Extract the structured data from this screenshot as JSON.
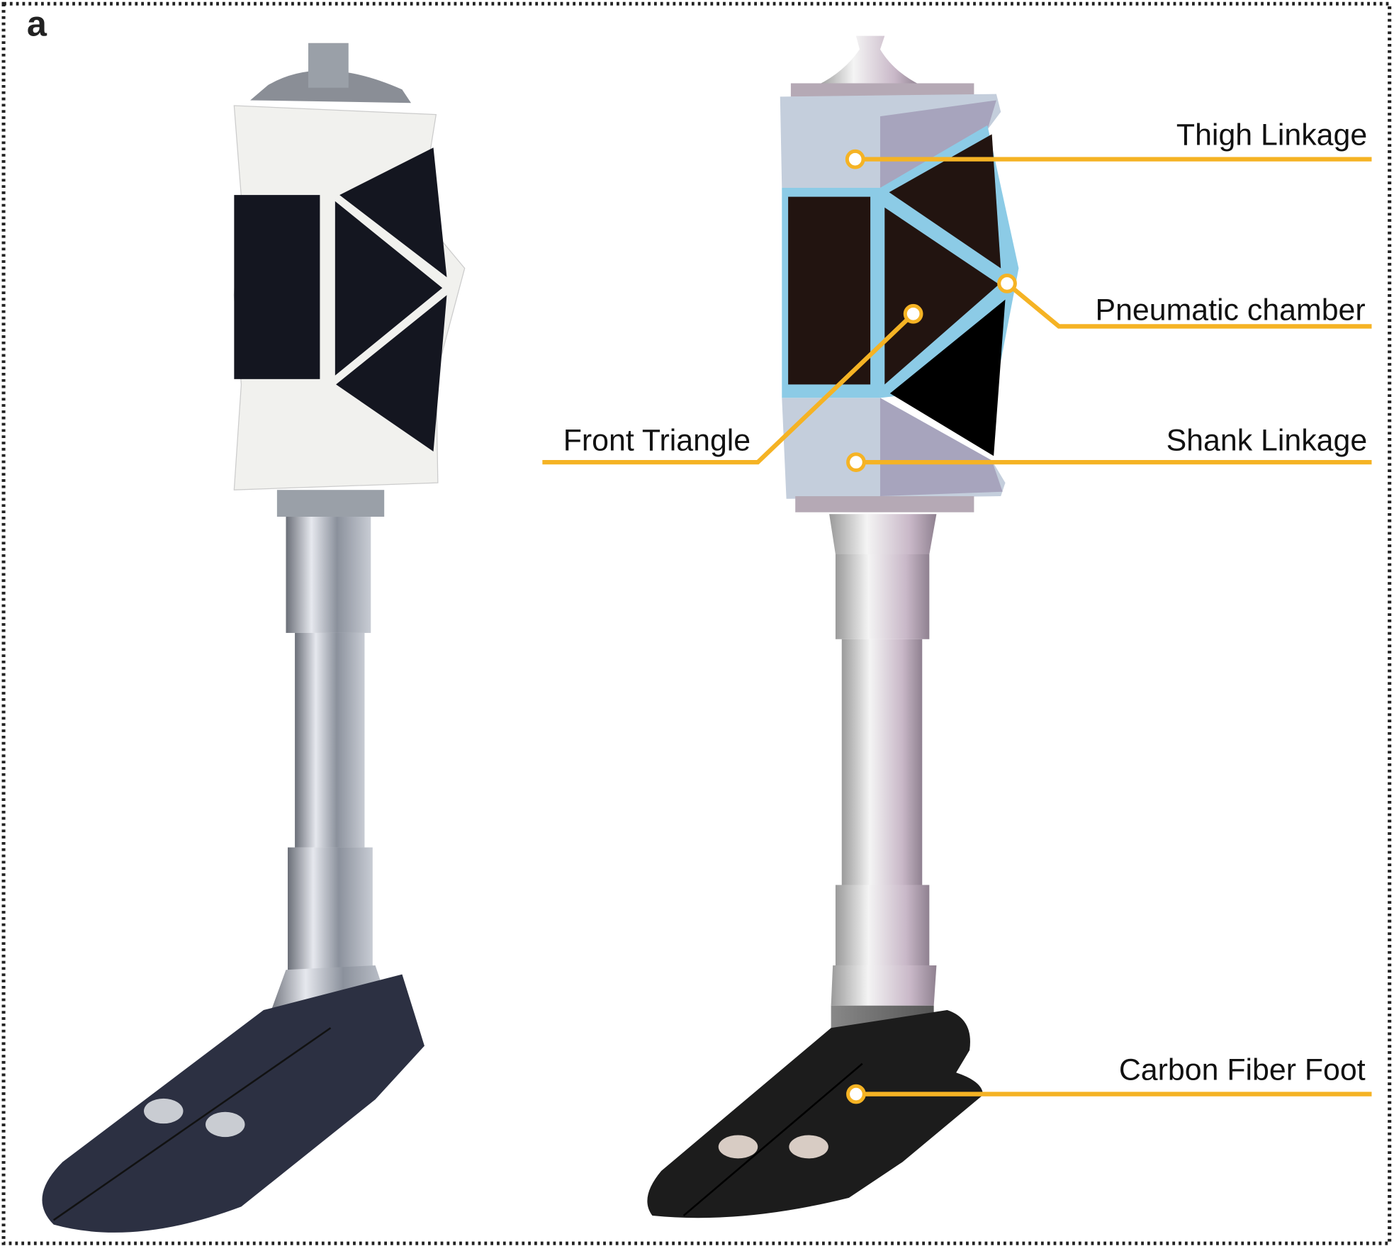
{
  "panel_label": "a",
  "labels": {
    "thigh_linkage": "Thigh Linkage",
    "pneumatic_chamber": "Pneumatic chamber",
    "front_triangle": "Front Triangle",
    "shank_linkage": "Shank Linkage",
    "carbon_fiber_foot": "Carbon Fiber Foot"
  },
  "colors": {
    "leader": "#F5B324",
    "frame_light": "#C4CEDC",
    "chamber_edge": "#8CCBE6",
    "chamber_fill": "#221410"
  }
}
